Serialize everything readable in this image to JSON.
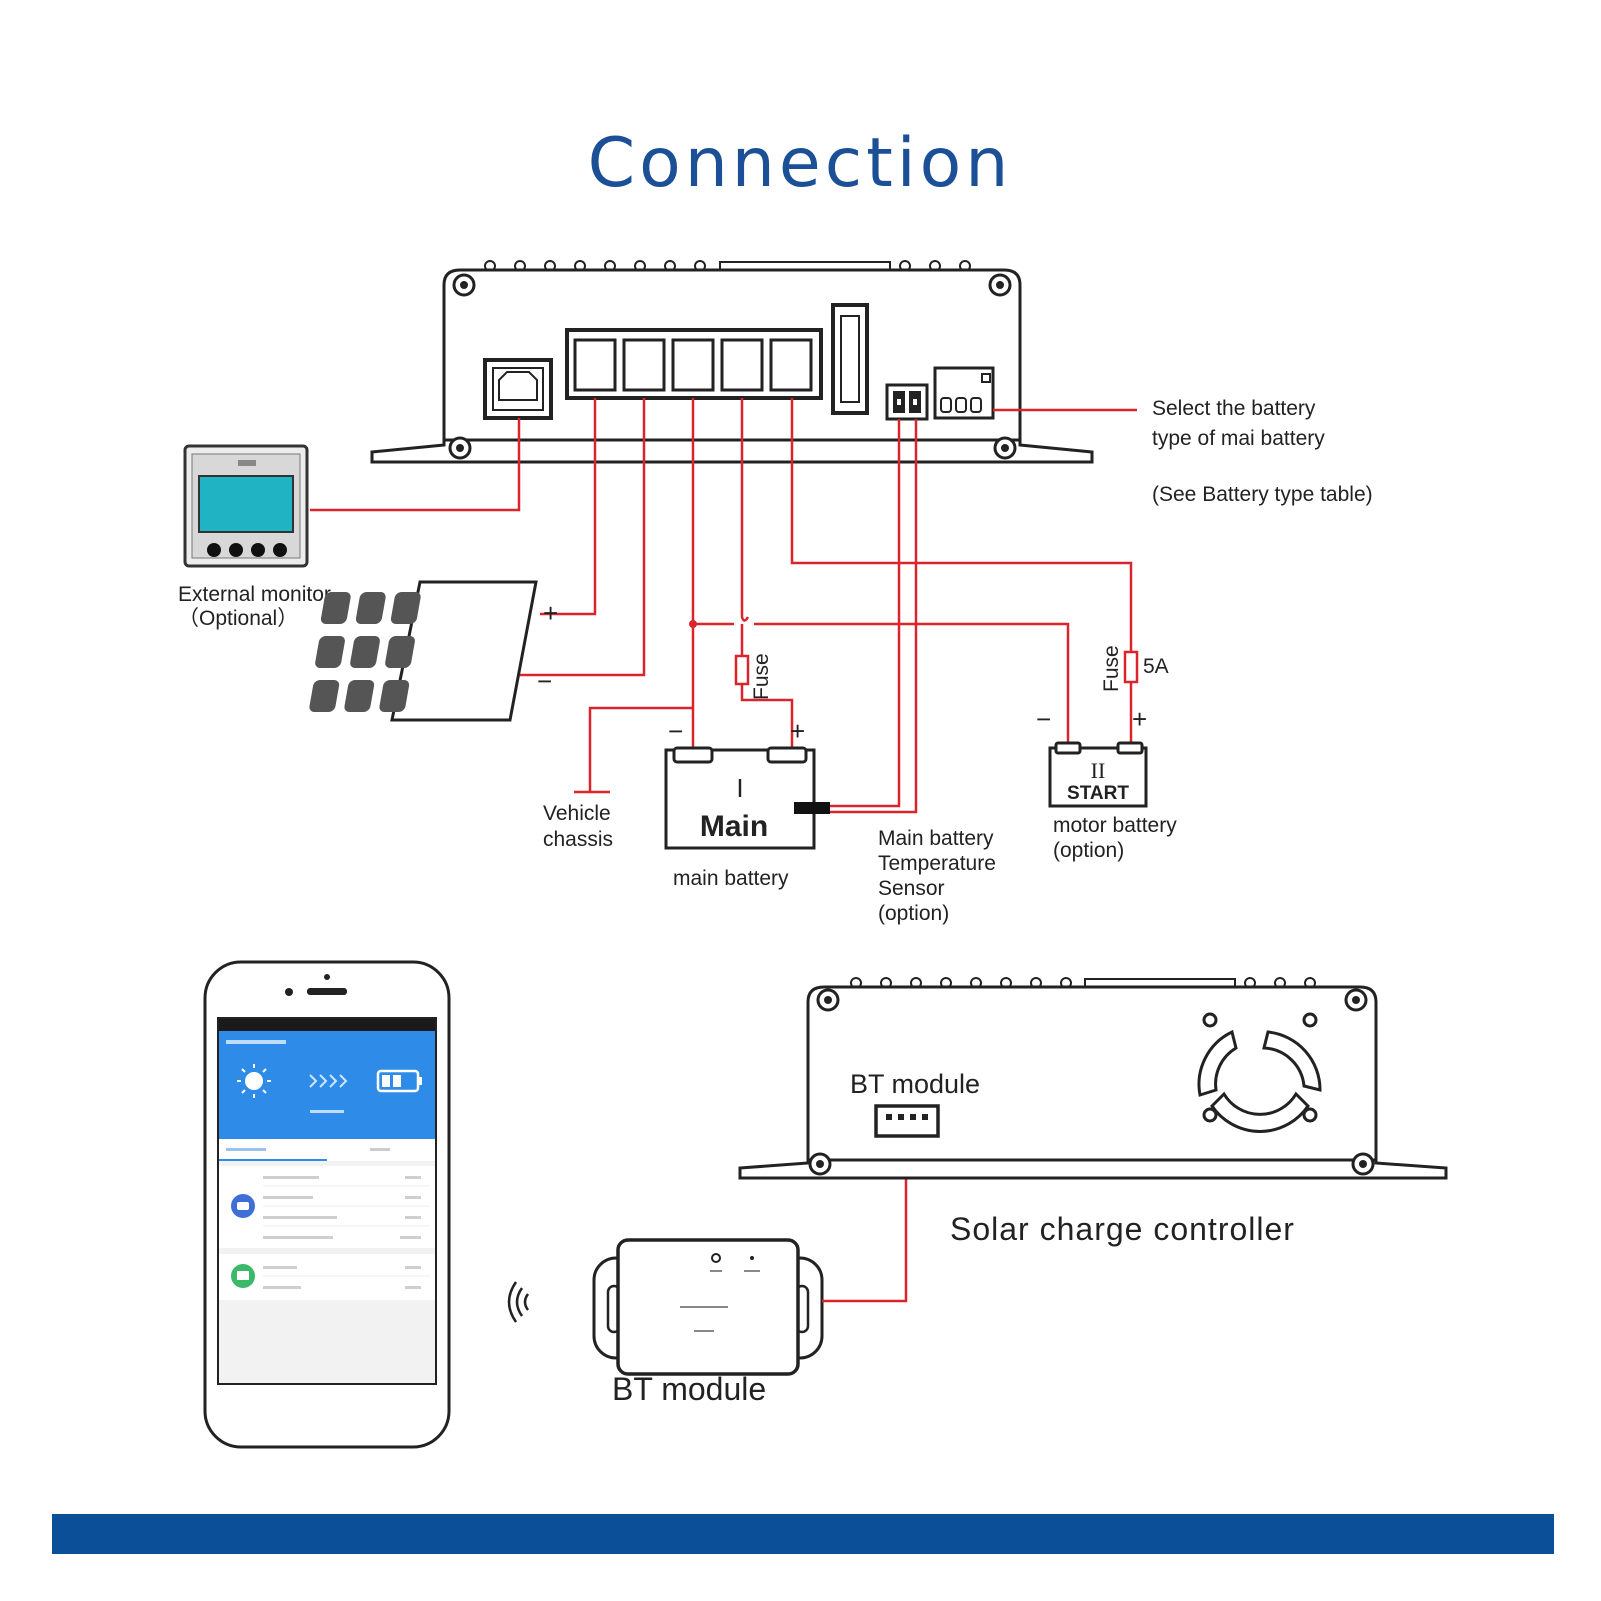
{
  "title": "Connection",
  "colors": {
    "title": "#1b4f96",
    "wire": "#d9252b",
    "footer_bar": "#0b4f98",
    "app_header": "#2e8ce8",
    "monitor_screen": "#1fb3c4"
  },
  "labels": {
    "battery_select_line1": "Select the battery",
    "battery_select_line2": "type of mai battery",
    "battery_table": "(See Battery type table)",
    "external_monitor_line1": "External monitor",
    "external_monitor_line2": "（Optional）",
    "plus": "+",
    "minus": "−",
    "fuse": "Fuse",
    "fuse_rating": "5A",
    "vehicle_line1": "Vehicle",
    "vehicle_line2": "chassis",
    "main_battery_roman": "I",
    "main_battery_word": "Main",
    "main_battery_caption": "main battery",
    "sensor_line1": "Main battery",
    "sensor_line2": "Temperature",
    "sensor_line3": "Sensor",
    "sensor_line4": "(option)",
    "start_battery_roman": "II",
    "start_battery_word": "START",
    "motor_battery_line1": "motor battery",
    "motor_battery_line2": "(option)",
    "bt_module_port": "BT module",
    "controller_caption": "Solar charge controller",
    "bt_module_caption": "BT module"
  },
  "icons": {
    "wireless": "wireless-signal-icon",
    "sun": "sun-icon",
    "battery": "battery-icon",
    "fan": "fan-icon"
  }
}
